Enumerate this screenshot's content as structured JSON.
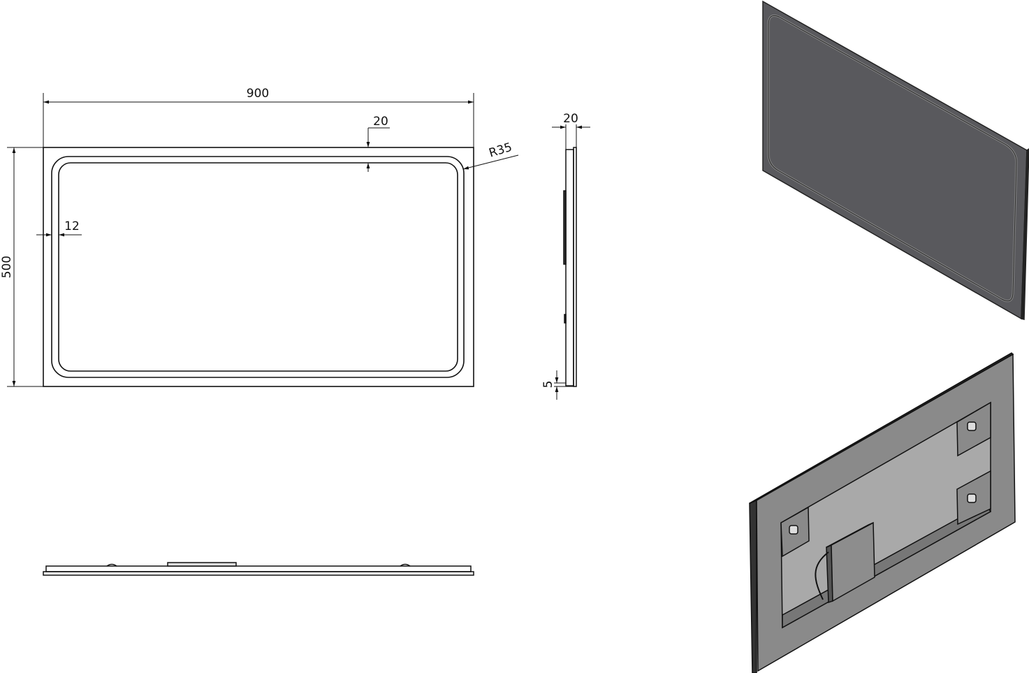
{
  "front_view": {
    "width_dim": "900",
    "height_dim": "500",
    "frame_offset_dim": "20",
    "corner_radius_dim": "R35",
    "led_strip_dim": "12"
  },
  "side_view": {
    "depth_dim": "20",
    "glass_offset_dim": "5"
  },
  "colors": {
    "line": "#111111",
    "iso_front_face": "#59595d",
    "iso_back_frame": "#8a8a8a",
    "iso_back_recess": "#a9a9a9"
  }
}
